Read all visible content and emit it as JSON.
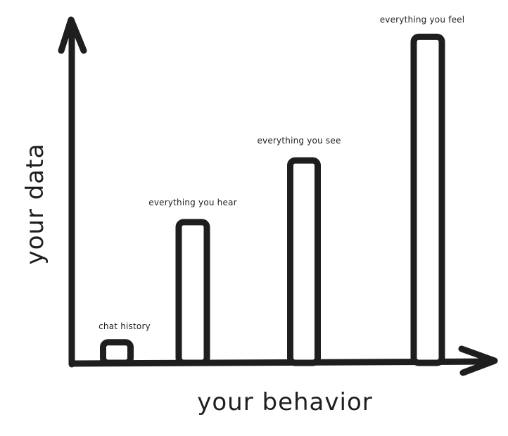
{
  "chart_data": {
    "type": "bar",
    "title": "",
    "xlabel": "your behavior",
    "ylabel": "your data",
    "categories": [
      "chat history",
      "everything you hear",
      "everything you see",
      "everything you feel"
    ],
    "values": [
      6,
      41,
      59,
      95
    ],
    "ylim": [
      0,
      100
    ],
    "grid": false,
    "legend": null,
    "style": "hand-drawn sketch, no tick labels",
    "colors": {
      "stroke": "#1e1e1e",
      "fill": "#ffffff",
      "background": "#ffffff"
    }
  },
  "labels": {
    "bar0": "chat history",
    "bar1": "everything you hear",
    "bar2": "everything you see",
    "bar3": "everything you feel",
    "x_axis": "your behavior",
    "y_axis": "your data"
  }
}
